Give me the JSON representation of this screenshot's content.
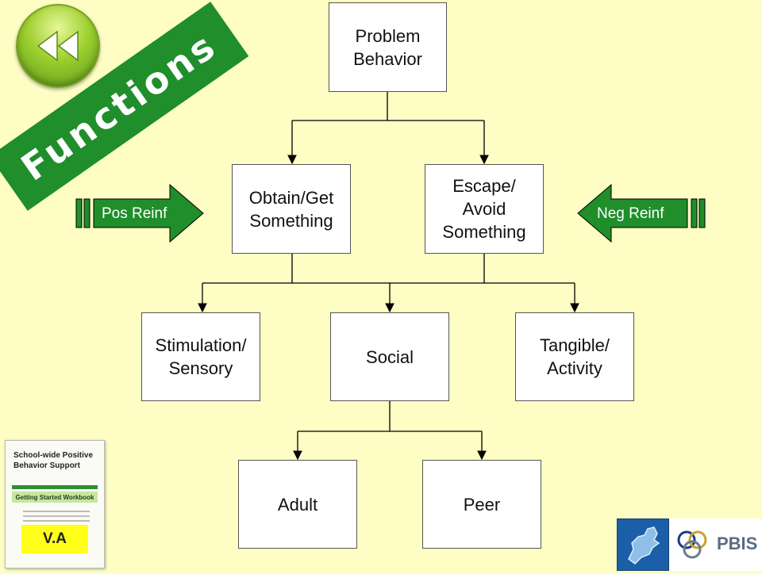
{
  "title": "Functions",
  "colors": {
    "background": "#fdfdc4",
    "banner": "#1f8e2b",
    "arrow": "#1f8e2b",
    "box_border": "#555555",
    "logo_blue": "#1a5fa8",
    "tag_yellow": "#ffff1a"
  },
  "icons": {
    "back": "rewind-icon",
    "pos_arrow": "right-arrow-icon",
    "neg_arrow": "left-arrow-icon",
    "region_logo": "northeast-map-icon",
    "pbis_logo": "rings-icon"
  },
  "nodes": {
    "problem": "Problem\nBehavior",
    "obtain": "Obtain/Get\nSomething",
    "escape": "Escape/\nAvoid\nSomething",
    "stimulation": "Stimulation/\nSensory",
    "social": "Social",
    "tangible": "Tangible/\nActivity",
    "adult": "Adult",
    "peer": "Peer"
  },
  "reinforcement": {
    "pos": "Pos Reinf",
    "neg": "Neg Reinf"
  },
  "workbook": {
    "title": "School-wide Positive Behavior Support",
    "subtitle": "Getting Started Workbook",
    "tag": "V.A"
  },
  "pbis_logo_text": "PBIS"
}
